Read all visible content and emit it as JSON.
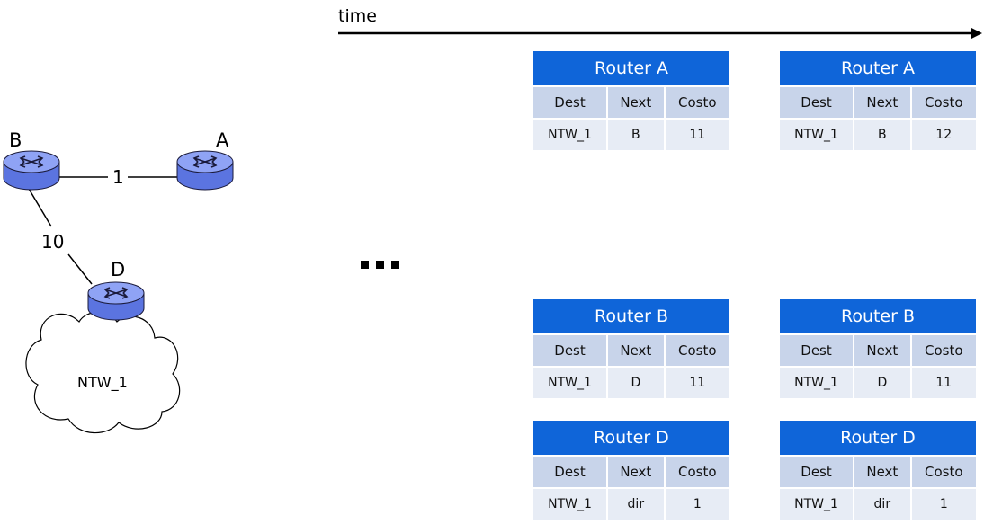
{
  "timeline": {
    "label": "time"
  },
  "ellipsis": "...",
  "topology": {
    "routers": [
      {
        "id": "B",
        "label": "B"
      },
      {
        "id": "A",
        "label": "A"
      },
      {
        "id": "D",
        "label": "D"
      }
    ],
    "links": [
      {
        "from": "B",
        "to": "A",
        "cost": "1"
      },
      {
        "from": "B",
        "to": "D",
        "cost": "10"
      }
    ],
    "network": {
      "label": "NTW_1"
    }
  },
  "columns": [
    "Dest",
    "Next",
    "Costo"
  ],
  "tables": [
    {
      "title": "Router A",
      "rows": [
        [
          "NTW_1",
          "B",
          "11"
        ]
      ]
    },
    {
      "title": "Router A",
      "rows": [
        [
          "NTW_1",
          "B",
          "12"
        ]
      ]
    },
    {
      "title": "Router B",
      "rows": [
        [
          "NTW_1",
          "D",
          "11"
        ]
      ]
    },
    {
      "title": "Router B",
      "rows": [
        [
          "NTW_1",
          "D",
          "11"
        ]
      ]
    },
    {
      "title": "Router D",
      "rows": [
        [
          "NTW_1",
          "dir",
          "1"
        ]
      ]
    },
    {
      "title": "Router D",
      "rows": [
        [
          "NTW_1",
          "dir",
          "1"
        ]
      ]
    }
  ],
  "colors": {
    "title_bg": "#0f65d9",
    "header_bg": "#c8d4ea",
    "row_bg": "#e7ecf5",
    "router_top": "#8fa3f5",
    "router_side": "#5b74e0"
  }
}
